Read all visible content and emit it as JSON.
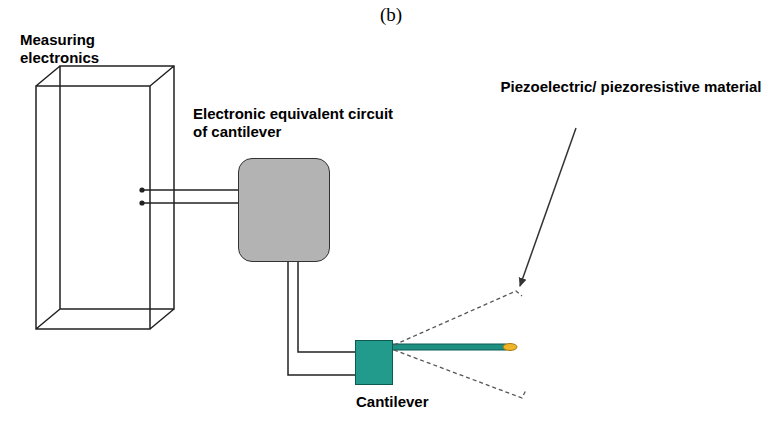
{
  "diagram": {
    "title": "(b)",
    "nodes": [
      {
        "text": [
          "Measuring electronics"
        ]
      },
      {
        "text": [
          "Electronic equivalent circuit of cantilever"
        ]
      },
      {
        "text": [
          "Cantilever"
        ]
      }
    ],
    "edges": [
      {
        "from": 0,
        "to": 1,
        "arrow": "none"
      },
      {
        "from": 0,
        "to": 1,
        "arrow": "none"
      },
      {
        "from": 1,
        "to": 2,
        "arrow": "none"
      },
      {
        "from": 1,
        "to": 2,
        "arrow": "none"
      }
    ],
    "labels": [
      "Piezoelectric/ piezoresistive material"
    ]
  }
}
